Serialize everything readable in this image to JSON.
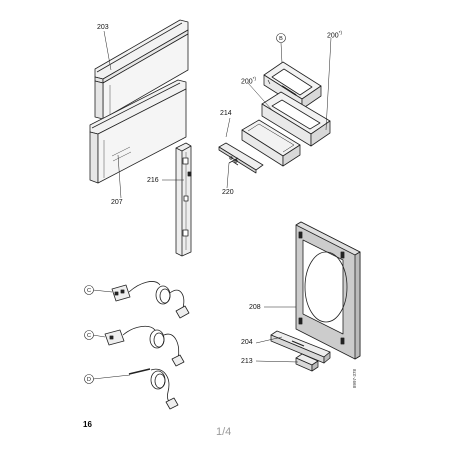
{
  "page_number": "16",
  "page_indicator": "1/4",
  "side_reference": "8997-378",
  "part_labels": {
    "p203": "203",
    "p207": "207",
    "p216": "216",
    "p214": "214",
    "p220": "220",
    "p200_top": "200",
    "p200_mid": "200",
    "p208": "208",
    "p204": "204",
    "p213": "213"
  },
  "footnote_marks": {
    "p200_top": "*)",
    "p200_mid": "*)"
  },
  "circled_letters": {
    "b": "B",
    "c1": "C",
    "c2": "C",
    "d": "D"
  },
  "colors": {
    "line": "#222222",
    "panel_fill": "#e6e6e6",
    "frame_fill": "#cfcfcf",
    "tray_fill": "#f2f2f2",
    "white": "#ffffff"
  }
}
